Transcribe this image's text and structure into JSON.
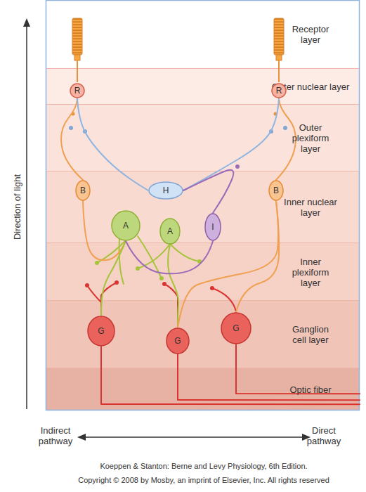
{
  "diagram": {
    "nodes": [
      {
        "text": [
          "Receptor layer"
        ]
      },
      {
        "text": [
          "Outer nuclear layer"
        ]
      },
      {
        "text": [
          "Outer plexiform layer"
        ]
      },
      {
        "text": [
          "Inner nuclear layer"
        ]
      },
      {
        "text": [
          "Inner plexiform layer"
        ]
      },
      {
        "text": [
          "Ganglion cell layer"
        ]
      },
      {
        "text": [
          "Optic fiber"
        ]
      },
      {
        "text": [
          "R"
        ],
        "in": 1
      },
      {
        "text": [
          "R"
        ],
        "in": 1
      },
      {
        "text": [
          "B"
        ],
        "in": 3
      },
      {
        "text": [
          "H"
        ],
        "in": 3
      },
      {
        "text": [
          "B"
        ],
        "in": 3
      },
      {
        "text": [
          "A"
        ],
        "in": 3
      },
      {
        "text": [
          "A"
        ],
        "in": 3
      },
      {
        "text": [
          "I"
        ],
        "in": 3
      },
      {
        "text": [
          "G"
        ],
        "in": 5
      },
      {
        "text": [
          "G"
        ],
        "in": 5
      },
      {
        "text": [
          "G"
        ],
        "in": 5
      }
    ],
    "edges": [
      {
        "from": 7,
        "to": 9,
        "arrow": "none"
      },
      {
        "from": 8,
        "to": 11,
        "arrow": "none"
      },
      {
        "from": 7,
        "to": 10,
        "arrow": "none"
      },
      {
        "from": 8,
        "to": 10,
        "arrow": "none"
      },
      {
        "from": 9,
        "to": 12,
        "arrow": "none"
      },
      {
        "from": 12,
        "to": 15,
        "arrow": "none"
      },
      {
        "from": 13,
        "to": 16,
        "arrow": "none"
      },
      {
        "from": 10,
        "to": 14,
        "arrow": "none"
      },
      {
        "from": 12,
        "to": 14,
        "arrow": "none"
      },
      {
        "from": 11,
        "to": 17,
        "arrow": "none"
      },
      {
        "from": 11,
        "to": 16,
        "arrow": "none"
      },
      {
        "from": 15,
        "to": 6,
        "arrow": "none"
      },
      {
        "from": 16,
        "to": 6,
        "arrow": "none"
      },
      {
        "from": 17,
        "to": 6,
        "arrow": "none"
      }
    ],
    "labels": [
      "Direction of light",
      "Indirect pathway",
      "Direct pathway",
      "Koeppen & Stanton: Berne and Levy Physiology, 6th Edition.",
      "Copyright © 2008 by Mosby, an imprint of Elsevier, Inc. All rights reserved"
    ]
  }
}
